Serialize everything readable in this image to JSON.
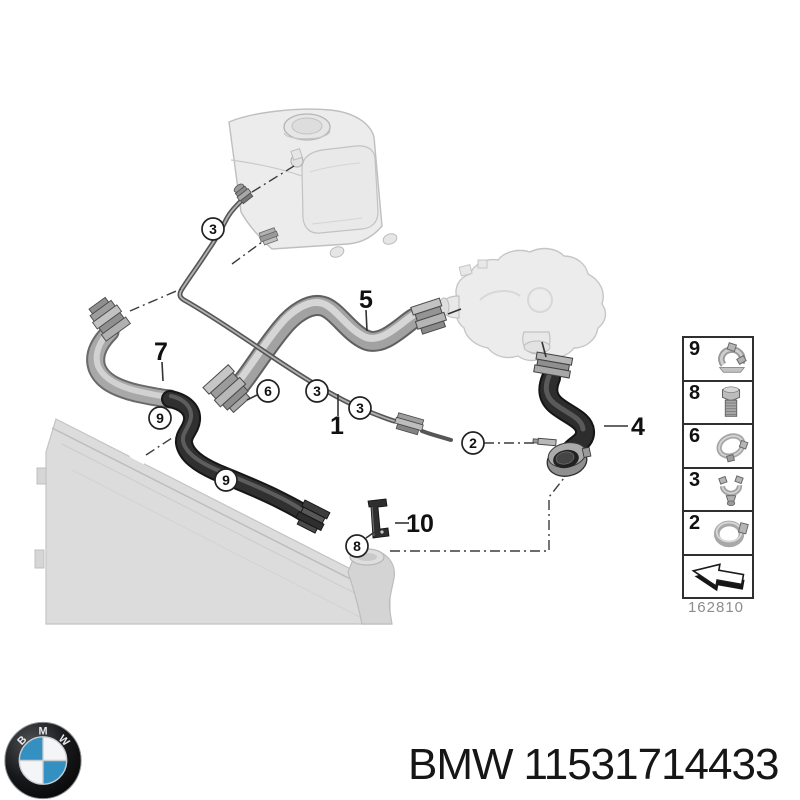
{
  "page": {
    "background": "#ffffff"
  },
  "diagram": {
    "circle_callouts": [
      {
        "label": "3"
      },
      {
        "label": "6"
      },
      {
        "label": "3"
      },
      {
        "label": "3"
      },
      {
        "label": "2"
      },
      {
        "label": "9"
      },
      {
        "label": "9"
      },
      {
        "label": "8"
      }
    ],
    "plain_labels": [
      {
        "label": "5"
      },
      {
        "label": "7"
      },
      {
        "label": "1"
      },
      {
        "label": "4"
      },
      {
        "label": "10"
      }
    ]
  },
  "legend": {
    "items": [
      {
        "number": "9",
        "icon": "spring-clamp-icon"
      },
      {
        "number": "8",
        "icon": "bolt-icon"
      },
      {
        "number": "6",
        "icon": "profile-clamp-icon"
      },
      {
        "number": "3",
        "icon": "holder-clip-icon"
      },
      {
        "number": "2",
        "icon": "hose-clamp-icon"
      }
    ],
    "arrow_icon": "direction-arrow-icon",
    "figure_number": "162810"
  },
  "footer": {
    "brand": "BMW",
    "part_number": "11531714433",
    "logo_letters": [
      "B",
      "M",
      "W"
    ]
  },
  "colors": {
    "bmw_blue": "#3590c2",
    "figure_number_gray": "#8c8c8c",
    "line_dark": "#2a2a2a",
    "hose_dark": "#2d2d2d",
    "hose_gray": "#a2a2a2",
    "ghost_gray": "#ececec"
  }
}
